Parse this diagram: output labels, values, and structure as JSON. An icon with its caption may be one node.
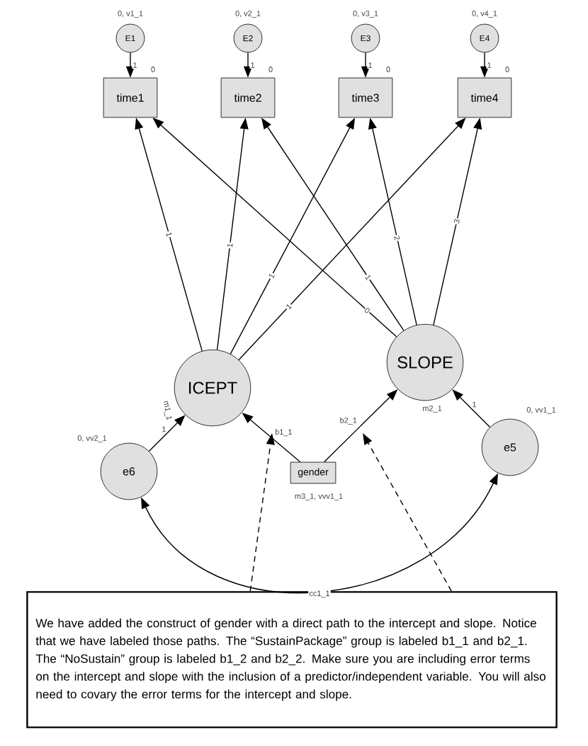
{
  "diagram": {
    "nodes": [
      {
        "text": [
          "E1"
        ],
        "beside": [
          "0, v1_1"
        ]
      },
      {
        "text": [
          "E2"
        ],
        "beside": [
          "0, v2_1"
        ]
      },
      {
        "text": [
          "E3"
        ],
        "beside": [
          "0, v3_1"
        ]
      },
      {
        "text": [
          "E4"
        ],
        "beside": [
          "0, v4_1"
        ]
      },
      {
        "text": [
          "time1"
        ],
        "beside": [
          "0"
        ]
      },
      {
        "text": [
          "time2"
        ],
        "beside": [
          "0"
        ]
      },
      {
        "text": [
          "time3"
        ],
        "beside": [
          "0"
        ]
      },
      {
        "text": [
          "time4"
        ],
        "beside": [
          "0"
        ]
      },
      {
        "text": [
          "ICEPT"
        ],
        "beside": [
          "m1_1"
        ]
      },
      {
        "text": [
          "SLOPE"
        ],
        "beside": [
          "m2_1"
        ]
      },
      {
        "text": [
          "e6"
        ],
        "beside": [
          "0, vv2_1"
        ]
      },
      {
        "text": [
          "gender"
        ],
        "beside": [
          "m3_1, vvv1_1"
        ]
      },
      {
        "text": [
          "e5"
        ],
        "beside": [
          "0, vv1_1"
        ]
      },
      {
        "text": [
          "We have added the construct of gender with a direct path to the intercept and slope. Notice that we have labeled those paths. The “SustainPackage” group is labeled b1_1 and b2_1. The “NoSustain” group is labeled b1_2 and b2_2. Make sure you are including error terms on the intercept and slope with the inclusion of a predictor/independent variable. You will also need to covary the error terms for the intercept and slope."
        ]
      }
    ],
    "edges": [
      {
        "from": 0,
        "to": 4,
        "arrow": "to",
        "label": "1"
      },
      {
        "from": 1,
        "to": 5,
        "arrow": "to",
        "label": "1"
      },
      {
        "from": 2,
        "to": 6,
        "arrow": "to",
        "label": "1"
      },
      {
        "from": 3,
        "to": 7,
        "arrow": "to",
        "label": "1"
      },
      {
        "from": 8,
        "to": 4,
        "arrow": "to",
        "label": "1"
      },
      {
        "from": 8,
        "to": 5,
        "arrow": "to",
        "label": "1"
      },
      {
        "from": 8,
        "to": 6,
        "arrow": "to",
        "label": "1"
      },
      {
        "from": 8,
        "to": 7,
        "arrow": "to",
        "label": "1"
      },
      {
        "from": 9,
        "to": 4,
        "arrow": "to",
        "label": "0"
      },
      {
        "from": 9,
        "to": 5,
        "arrow": "to",
        "label": "1"
      },
      {
        "from": 9,
        "to": 6,
        "arrow": "to",
        "label": "2"
      },
      {
        "from": 9,
        "to": 7,
        "arrow": "to",
        "label": "3"
      },
      {
        "from": 10,
        "to": 8,
        "arrow": "to",
        "label": "1"
      },
      {
        "from": 12,
        "to": 9,
        "arrow": "to",
        "label": "1"
      },
      {
        "from": 11,
        "to": 8,
        "arrow": "to",
        "label": "b1_1"
      },
      {
        "from": 11,
        "to": 9,
        "arrow": "to",
        "label": "b2_1"
      },
      {
        "from": 10,
        "to": 12,
        "arrow": "both",
        "label": "cc1_1"
      },
      {
        "from": 13,
        "to": null,
        "arrow": "to",
        "style": "dashed"
      },
      {
        "from": 13,
        "to": null,
        "arrow": "to",
        "style": "dashed"
      }
    ]
  }
}
